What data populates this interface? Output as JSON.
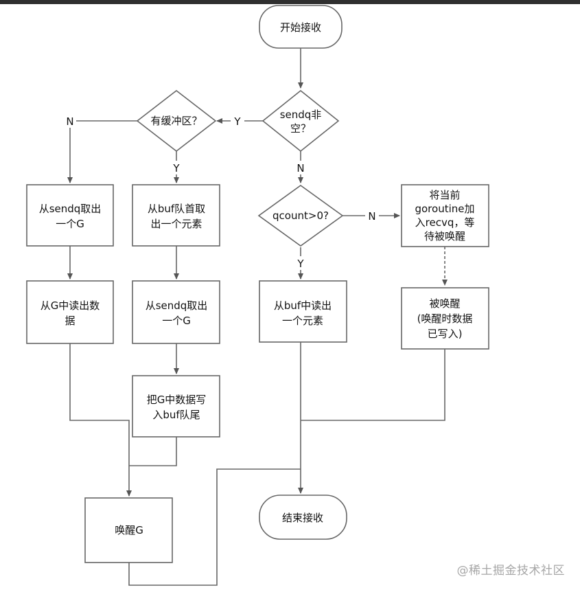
{
  "nodes": {
    "start": "开始接收",
    "sendq_check": [
      "sendq非",
      "空？"
    ],
    "buf_check": "有缓冲区？",
    "take_g_left": [
      "从sendq取出",
      "一个G"
    ],
    "read_g": [
      "从G中读出数",
      "据"
    ],
    "take_buf_head": [
      "从buf队首取",
      "出一个元素"
    ],
    "take_g_mid": [
      "从sendq取出",
      "一个G"
    ],
    "write_buf_tail": [
      "把G中数据写",
      "入buf队尾"
    ],
    "wake_g": "唤醒G",
    "qcount_check": "qcount>0?",
    "read_buf": [
      "从buf中读出",
      "一个元素"
    ],
    "join_recvq": [
      "将当前",
      "goroutine加",
      "入recvq，等",
      "待被唤醒"
    ],
    "woken": [
      "被唤醒",
      "(唤醒时数据",
      "已写入)"
    ],
    "end": "结束接收"
  },
  "edge_labels": {
    "sendq_to_buf": "Y",
    "buf_no": "N",
    "buf_yes": "Y",
    "sendq_no": "N",
    "qcount_no": "N",
    "qcount_yes": "Y"
  },
  "watermark": "@稀土掘金技术社区"
}
